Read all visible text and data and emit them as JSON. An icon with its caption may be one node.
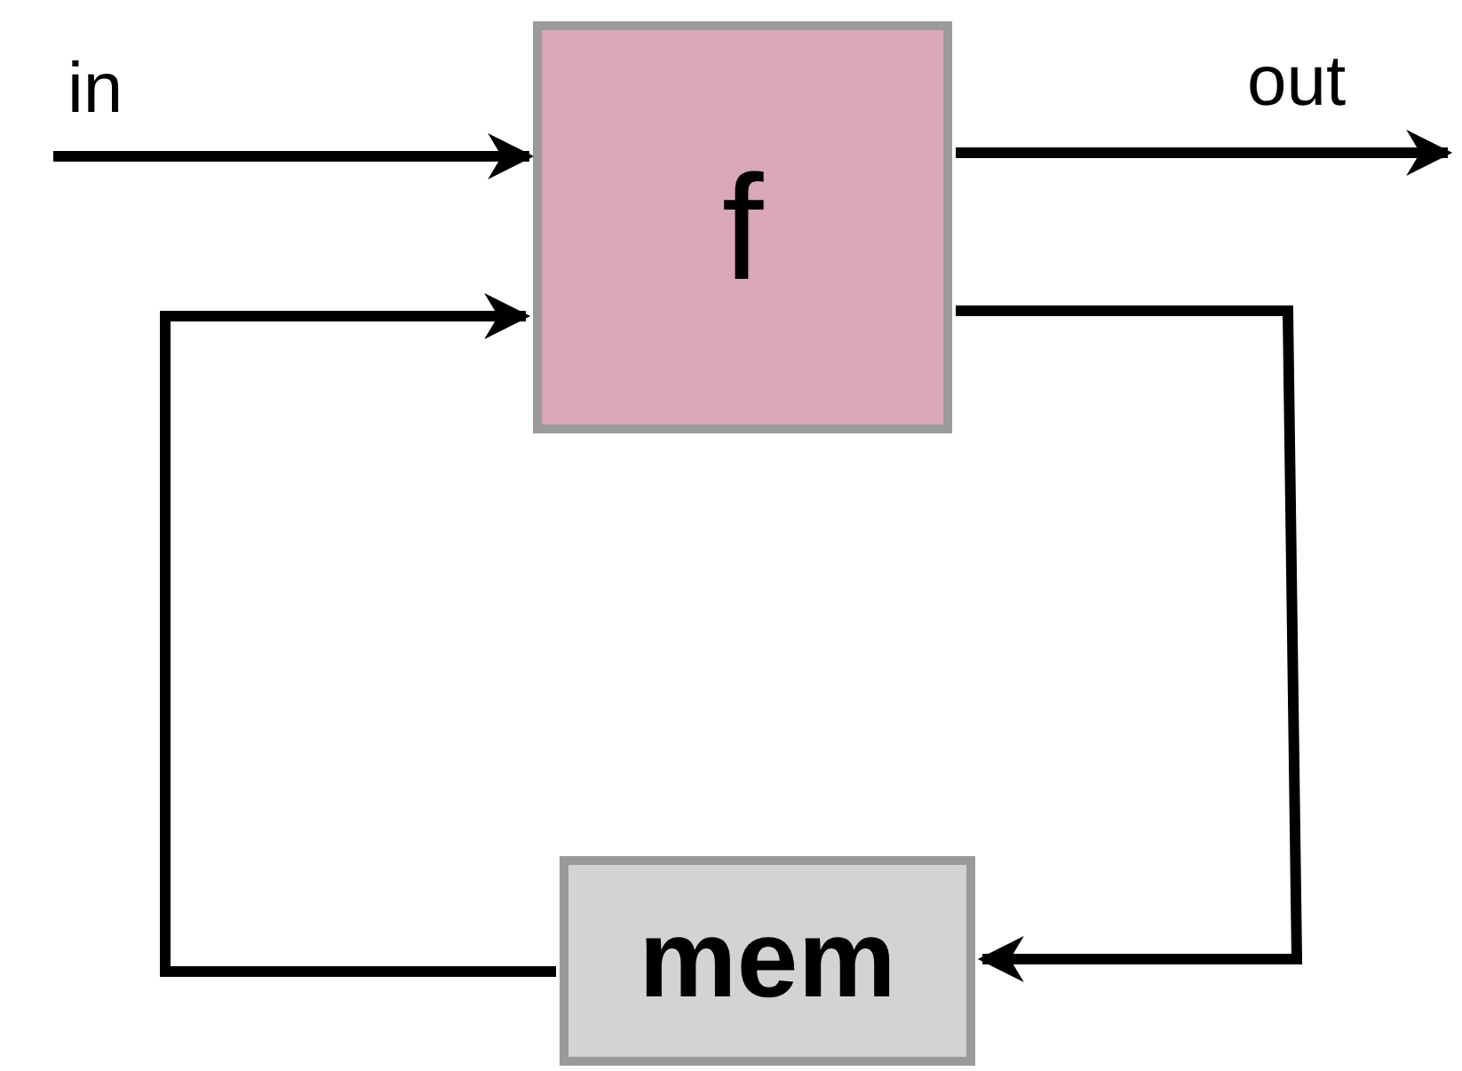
{
  "diagram": {
    "nodes": [
      {
        "text": [
          "f"
        ]
      },
      {
        "text": [
          "mem"
        ]
      }
    ],
    "edges": [
      {
        "from": null,
        "to": 0,
        "arrow": "to",
        "label": "in"
      },
      {
        "from": 0,
        "to": null,
        "arrow": "to",
        "label": "out"
      },
      {
        "from": 0,
        "to": 1,
        "arrow": "to"
      },
      {
        "from": 1,
        "to": 0,
        "arrow": "to"
      }
    ]
  }
}
